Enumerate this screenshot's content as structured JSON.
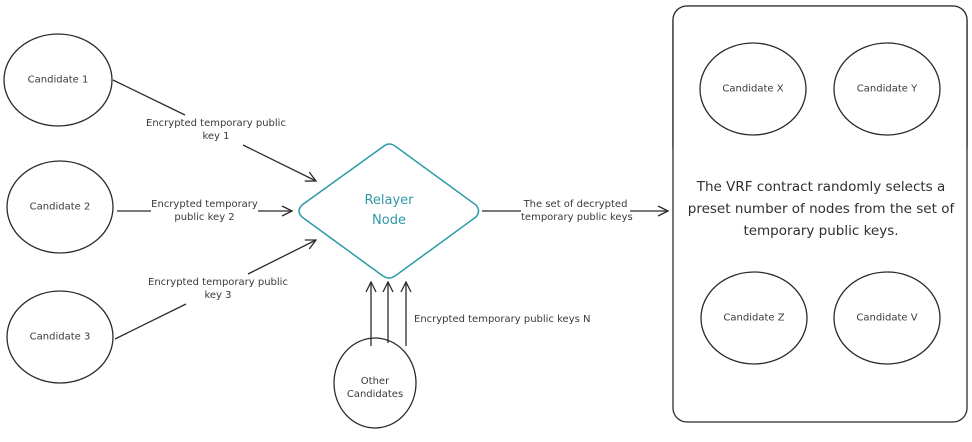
{
  "colors": {
    "stroke": "#2b2b2b",
    "accent": "#2e9aa8",
    "text": "#3a3a3a"
  },
  "relayer": {
    "line1": "Relayer",
    "line2": "Node"
  },
  "candidates": [
    {
      "label": "Candidate 1"
    },
    {
      "label": "Candidate 2"
    },
    {
      "label": "Candidate 3"
    }
  ],
  "other": {
    "line1": "Other",
    "line2": "Candidates"
  },
  "edges": {
    "key1": {
      "line1": "Encrypted temporary public",
      "line2": "key 1"
    },
    "key2": {
      "line1": "Encrypted temporary",
      "line2": "public key 2"
    },
    "key3": {
      "line1": "Encrypted temporary public",
      "line2": "key 3"
    },
    "keyN": {
      "line1": "Encrypted temporary public keys N"
    },
    "decrypted": {
      "line1": "The set of decrypted",
      "line2": "temporary public keys"
    }
  },
  "vrf": {
    "description": "The VRF contract randomly selects a preset number of nodes from the set of temporary public keys.",
    "selected": [
      {
        "label": "Candidate X"
      },
      {
        "label": "Candidate Y"
      },
      {
        "label": "Candidate Z"
      },
      {
        "label": "Candidate V"
      }
    ]
  }
}
